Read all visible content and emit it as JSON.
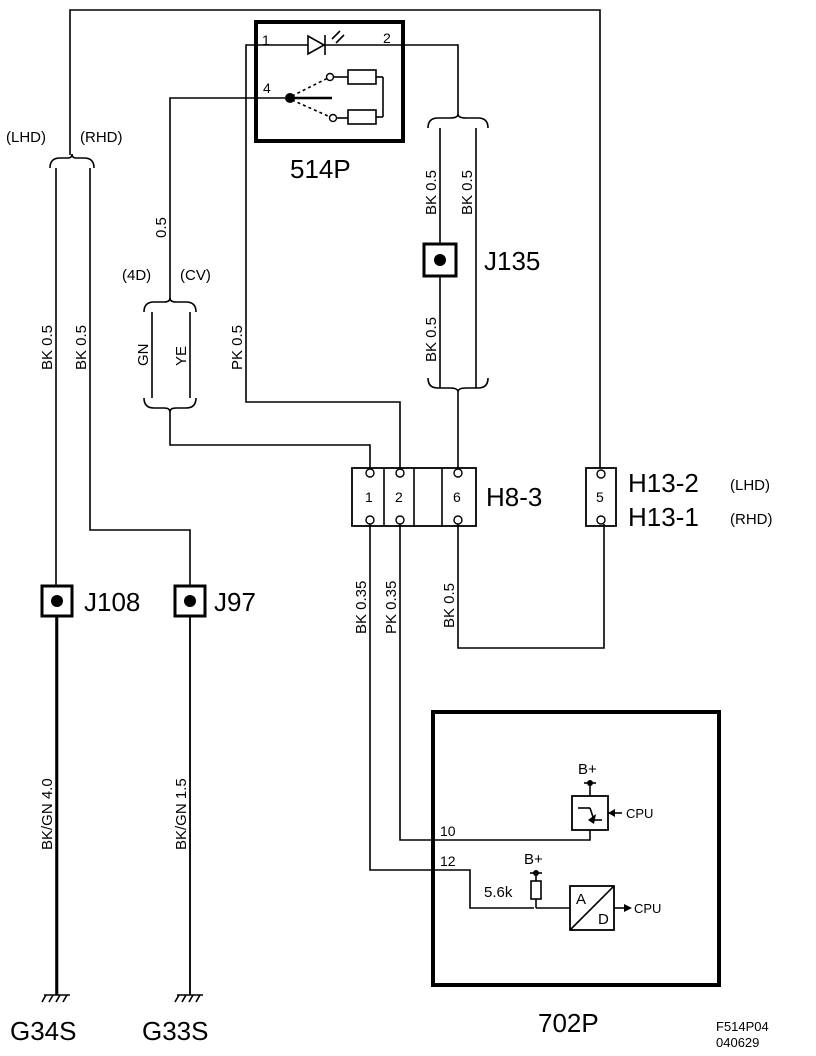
{
  "components": {
    "switch_514P": "514P",
    "module_702P": "702P",
    "connector_H8_3": "H8-3",
    "connector_H13_2": "H13-2",
    "connector_H13_1": "H13-1",
    "lhd_tag": "(LHD)",
    "rhd_tag": "(RHD)",
    "splice_J135": "J135",
    "splice_J108": "J108",
    "splice_J97": "J97",
    "ground_G34S": "G34S",
    "ground_G33S": "G33S"
  },
  "pins": {
    "sw_1": "1",
    "sw_2": "2",
    "sw_4": "4",
    "h8_1": "1",
    "h8_2": "2",
    "h8_6": "6",
    "h13_5": "5",
    "m_10": "10",
    "m_12": "12"
  },
  "wires": {
    "bk05": "BK 0.5",
    "pk05": "PK 0.5",
    "bk035": "BK 0.35",
    "pk035": "PK 0.35",
    "gn": "GN",
    "ye": "YE",
    "w05": "0.5",
    "bkgn40": "BK/GN 4.0",
    "bkgn15": "BK/GN 1.5"
  },
  "variants": {
    "lhd": "(LHD)",
    "rhd": "(RHD)",
    "d4": "(4D)",
    "cv": "(CV)"
  },
  "module_internals": {
    "bplus": "B+",
    "cpu": "CPU",
    "resistor": "5.6k",
    "a": "A",
    "d": "D"
  },
  "figure_id": {
    "line1": "F514P04",
    "line2": "040629"
  }
}
